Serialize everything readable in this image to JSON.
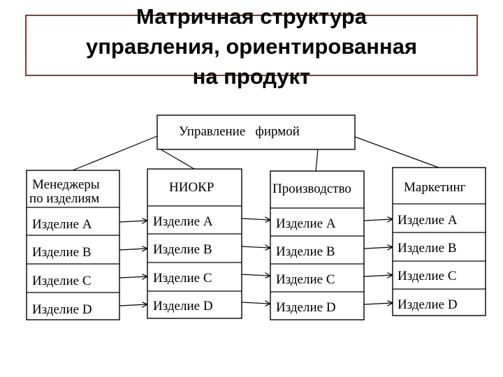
{
  "title": {
    "line1": "Матричная структура",
    "line2": "управления, ориентированная",
    "line3": "на продукт"
  },
  "top_box": {
    "label": "Управление   фирмой"
  },
  "columns": [
    {
      "header_line1": "Менеджеры",
      "header_line2": "по изделиям",
      "items": [
        "Изделие A",
        "Изделие B",
        "Изделие C",
        "Изделие D"
      ]
    },
    {
      "header_line1": "НИОКР",
      "header_line2": "",
      "items": [
        "Изделие A",
        "Изделие B",
        "Изделие C",
        "Изделие D"
      ]
    },
    {
      "header_line1": "Производство",
      "header_line2": "",
      "items": [
        "Изделие A",
        "Изделие B",
        "Изделие C",
        "Изделие D"
      ]
    },
    {
      "header_line1": "Маркетинг",
      "header_line2": "",
      "items": [
        "Изделие A",
        "Изделие B",
        "Изделие C",
        "Изделие D"
      ]
    }
  ],
  "colors": {
    "frame": "#8b3a2e",
    "lines": "#000000"
  }
}
